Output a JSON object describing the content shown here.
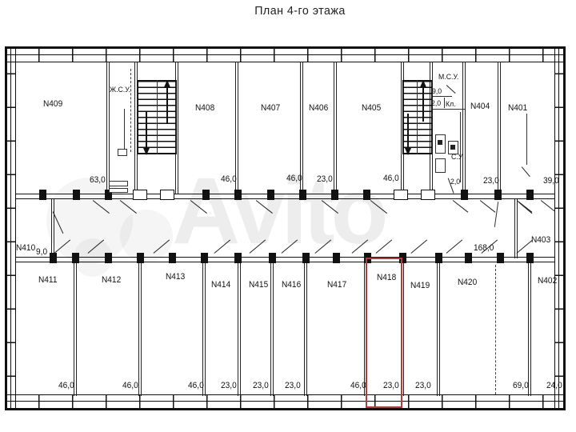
{
  "title": "План 4-го этажа",
  "watermark": "Avito",
  "highlight_color": "#b23b3b",
  "corridor": {
    "dim": "168,0"
  },
  "labels": {
    "zhsu": "Ж.С.У.",
    "msu": "М.С.У.",
    "msu_a1": "9,0",
    "msu_a2": "2,0",
    "kl": "Кл.",
    "su": "С.У",
    "su_a": "2,0"
  },
  "rooms": {
    "top": [
      {
        "id": "N409",
        "area": "63,0"
      },
      {
        "id": "N408",
        "area": "46,0"
      },
      {
        "id": "N407",
        "area": "46,0"
      },
      {
        "id": "N406",
        "area": "23,0"
      },
      {
        "id": "N405",
        "area": "46,0"
      },
      {
        "id": "N404",
        "area": "23,0"
      },
      {
        "id": "N401",
        "area": "39,0"
      }
    ],
    "corridor_left": {
      "id": "N410",
      "area": "9,0"
    },
    "corridor_right": {
      "id": "N403"
    },
    "bottom": [
      {
        "id": "N411",
        "area": "46,0"
      },
      {
        "id": "N412",
        "area": "46,0"
      },
      {
        "id": "N413",
        "area": "46,0"
      },
      {
        "id": "N414",
        "area": "23,0"
      },
      {
        "id": "N415",
        "area": "23,0"
      },
      {
        "id": "N416",
        "area": "23,0"
      },
      {
        "id": "N417",
        "area": "46,0"
      },
      {
        "id": "N418",
        "area": "23,0",
        "highlighted": true
      },
      {
        "id": "N419",
        "area": "23,0"
      },
      {
        "id": "N420",
        "area": "69,0"
      },
      {
        "id": "N402",
        "area": "24,0"
      }
    ]
  }
}
